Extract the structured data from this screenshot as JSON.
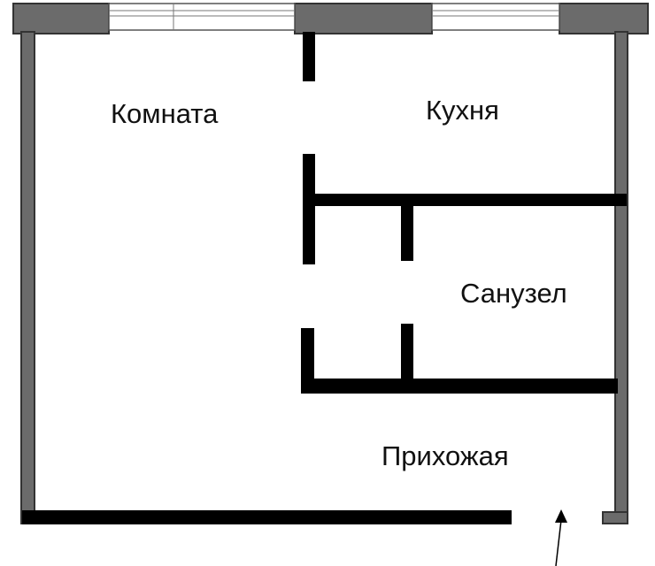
{
  "plan": {
    "rooms": [
      {
        "id": "room",
        "label": "Комната"
      },
      {
        "id": "kitchen",
        "label": "Кухня"
      },
      {
        "id": "bathroom",
        "label": "Санузел"
      },
      {
        "id": "hallway",
        "label": "Прихожая"
      }
    ],
    "entrance": {
      "icon": "entrance-arrow-icon"
    },
    "colors": {
      "outer_wall": "#6b6b6b",
      "inner_wall": "#000000",
      "background": "#ffffff"
    }
  }
}
